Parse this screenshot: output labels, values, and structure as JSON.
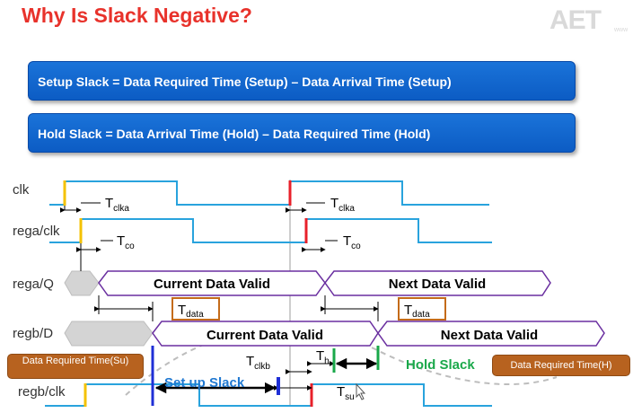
{
  "slide": {
    "title": "Why Is Slack Negative?",
    "logo_text": "AET",
    "logo_sub": "www"
  },
  "equations": {
    "setup": "Setup Slack = Data Required Time (Setup) – Data Arrival Time (Setup)",
    "hold": "Hold Slack = Data Arrival Time (Hold) – Data Required Time (Hold)"
  },
  "signals": {
    "clk": "clk",
    "rega_clk": "rega/clk",
    "rega_q": "rega/Q",
    "regb_d": "regb/D",
    "regb_clk": "regb/clk"
  },
  "bus": {
    "rega_current": "Current Data Valid",
    "rega_next": "Next Data Valid",
    "regb_current": "Current Data Valid",
    "regb_next": "Next Data Valid"
  },
  "timing": {
    "t": "T",
    "clka_sub": "clka",
    "co_sub": "co",
    "data_sub": "data",
    "clkb_sub": "clkb",
    "h_sub": "h",
    "su_sub": "su"
  },
  "annotations": {
    "setup_slack": "Set up Slack",
    "hold_slack": "Hold Slack",
    "data_required_su": "Data Required Time(Su)",
    "data_required_h": "Data Required Time(H)"
  },
  "colors": {
    "title": "#e8322b",
    "waveform": "#29a3dd",
    "bus_outline": "#6a2fa0",
    "marker_yellow": "#f4c200",
    "marker_red": "#e8202a",
    "marker_blue": "#1f2fd6",
    "marker_green": "#1aa84a",
    "pill": "#b7621f",
    "equation_box": "#1a73d9"
  }
}
